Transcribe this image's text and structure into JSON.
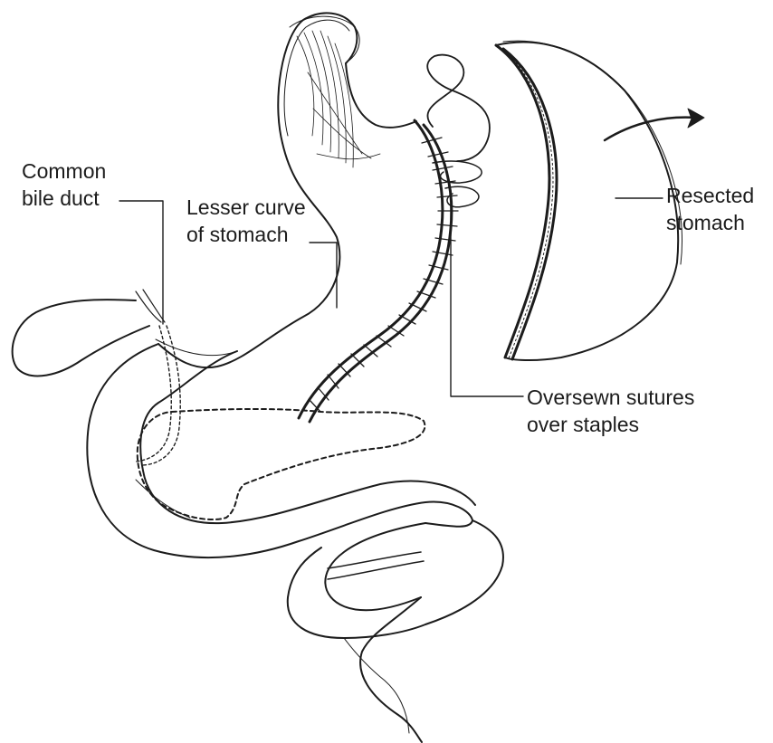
{
  "labels": {
    "common_bile_duct": {
      "line1": "Common",
      "line2": "bile duct"
    },
    "lesser_curve": {
      "line1": "Lesser curve",
      "line2": "of stomach"
    },
    "resected_stomach": {
      "line1": "Resected",
      "line2": "stomach"
    },
    "oversewn_sutures": {
      "line1": "Oversewn sutures",
      "line2": "over staples"
    }
  },
  "colors": {
    "ink": "#1c1c1c",
    "background": "#ffffff"
  }
}
